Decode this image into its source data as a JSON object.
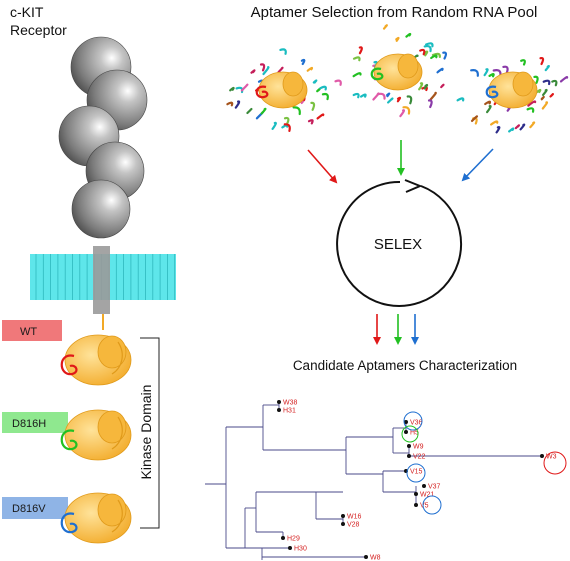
{
  "receptor": {
    "title_line1": "c-KIT",
    "title_line2": "Receptor"
  },
  "variants": [
    {
      "label": "WT",
      "box_color": "#f0787a",
      "loop_color": "#e01818"
    },
    {
      "label": "D816H",
      "box_color": "#8fe88f",
      "loop_color": "#22c022"
    },
    {
      "label": "D816V",
      "box_color": "#8fb4e6",
      "loop_color": "#1f6fd0"
    }
  ],
  "kinase_label": "Kinase Domain",
  "selection_title": "Aptamer Selection from Random RNA Pool",
  "selex_label": "SELEX",
  "characterization_title": "Candidate Aptamers Characterization",
  "colors": {
    "red": "#e01818",
    "green": "#22c022",
    "blue": "#1f6fd0",
    "membrane": "#5ee6ea",
    "protein": "#f6b73c",
    "tree": "#4a4a8a"
  },
  "tree_leaves": [
    "W38",
    "H31",
    "V36",
    "H5",
    "W9",
    "V22",
    "W3",
    "V15",
    "V37",
    "W21",
    "V5",
    "W16",
    "V28",
    "H29",
    "H30",
    "W8"
  ],
  "circled_leaves": [
    {
      "label": "V36",
      "color": "blue"
    },
    {
      "label": "H5",
      "color": "green"
    },
    {
      "label": "W3",
      "color": "red"
    },
    {
      "label": "V15",
      "color": "blue"
    },
    {
      "label": "V5",
      "color": "blue"
    }
  ]
}
